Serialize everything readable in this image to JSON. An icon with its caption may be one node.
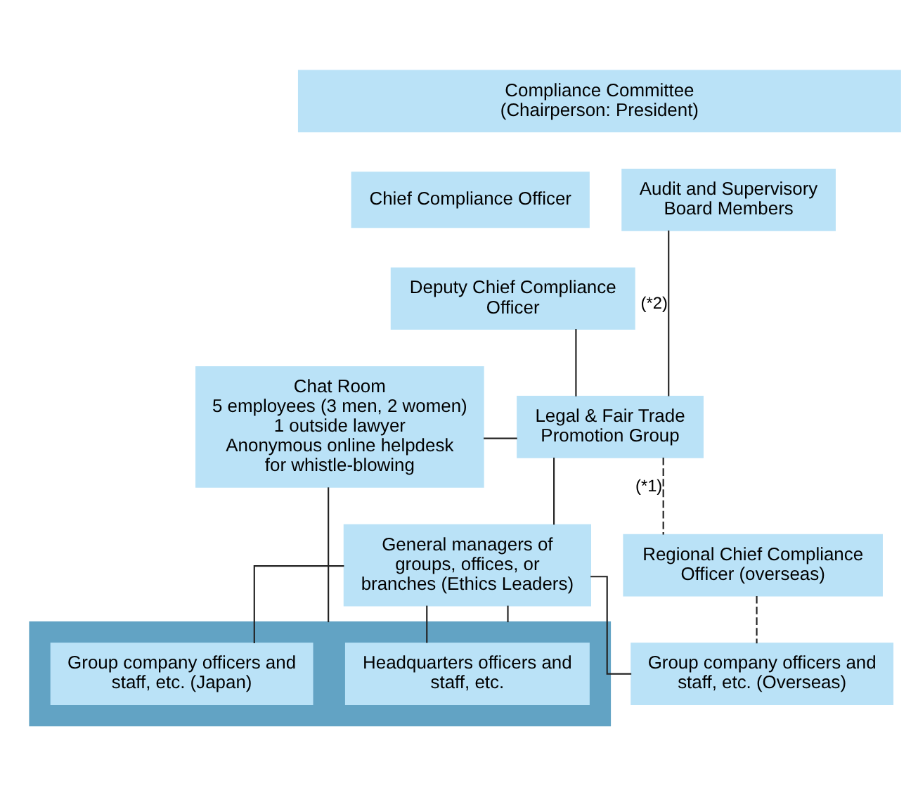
{
  "diagram": {
    "nodes": [
      {
        "text": [
          "Compliance Committee (Chairperson: President)"
        ]
      },
      {
        "text": [
          "Chief Compliance Officer"
        ]
      },
      {
        "text": [
          "Audit and Supervisory Board Members"
        ]
      },
      {
        "text": [
          "Deputy Chief Compliance Officer"
        ]
      },
      {
        "text": [
          "Chat Room",
          "5 employees (3 men, 2 women)",
          "1 outside lawyer",
          "Anonymous online helpdesk for whistle-blowing"
        ]
      },
      {
        "text": [
          "Legal & Fair Trade Promotion Group"
        ]
      },
      {
        "text": [
          "General managers of groups, offices, or branches (Ethics Leaders)"
        ]
      },
      {
        "text": [
          "Regional Chief Compliance Officer (overseas)"
        ]
      },
      {
        "text": [],
        "shape": "box"
      },
      {
        "text": [
          "Headquarters officers and staff, etc."
        ],
        "in": 8
      },
      {
        "text": [
          "Group company officers and staff, etc. (Japan)"
        ],
        "in": 8
      },
      {
        "text": [
          "Group company officers and staff, etc. (Overseas)"
        ]
      }
    ],
    "edges": [
      {
        "from": 3,
        "to": 5,
        "arrow": "none"
      },
      {
        "from": 2,
        "to": 5,
        "arrow": "none",
        "label": "(*2)"
      },
      {
        "from": 5,
        "to": 7,
        "arrow": "none",
        "label": "(*1)",
        "style": "dashed"
      },
      {
        "from": 4,
        "to": 5,
        "arrow": "none"
      },
      {
        "from": 5,
        "to": 6,
        "arrow": "none"
      },
      {
        "from": 6,
        "to": 9,
        "arrow": "none"
      },
      {
        "from": 6,
        "to": 8,
        "arrow": "none"
      },
      {
        "from": 6,
        "to": 10,
        "arrow": "none"
      },
      {
        "from": 6,
        "to": 11,
        "arrow": "none"
      },
      {
        "from": 7,
        "to": 11,
        "arrow": "none",
        "style": "dashed"
      },
      {
        "from": 4,
        "to": 8,
        "arrow": "none"
      }
    ]
  }
}
